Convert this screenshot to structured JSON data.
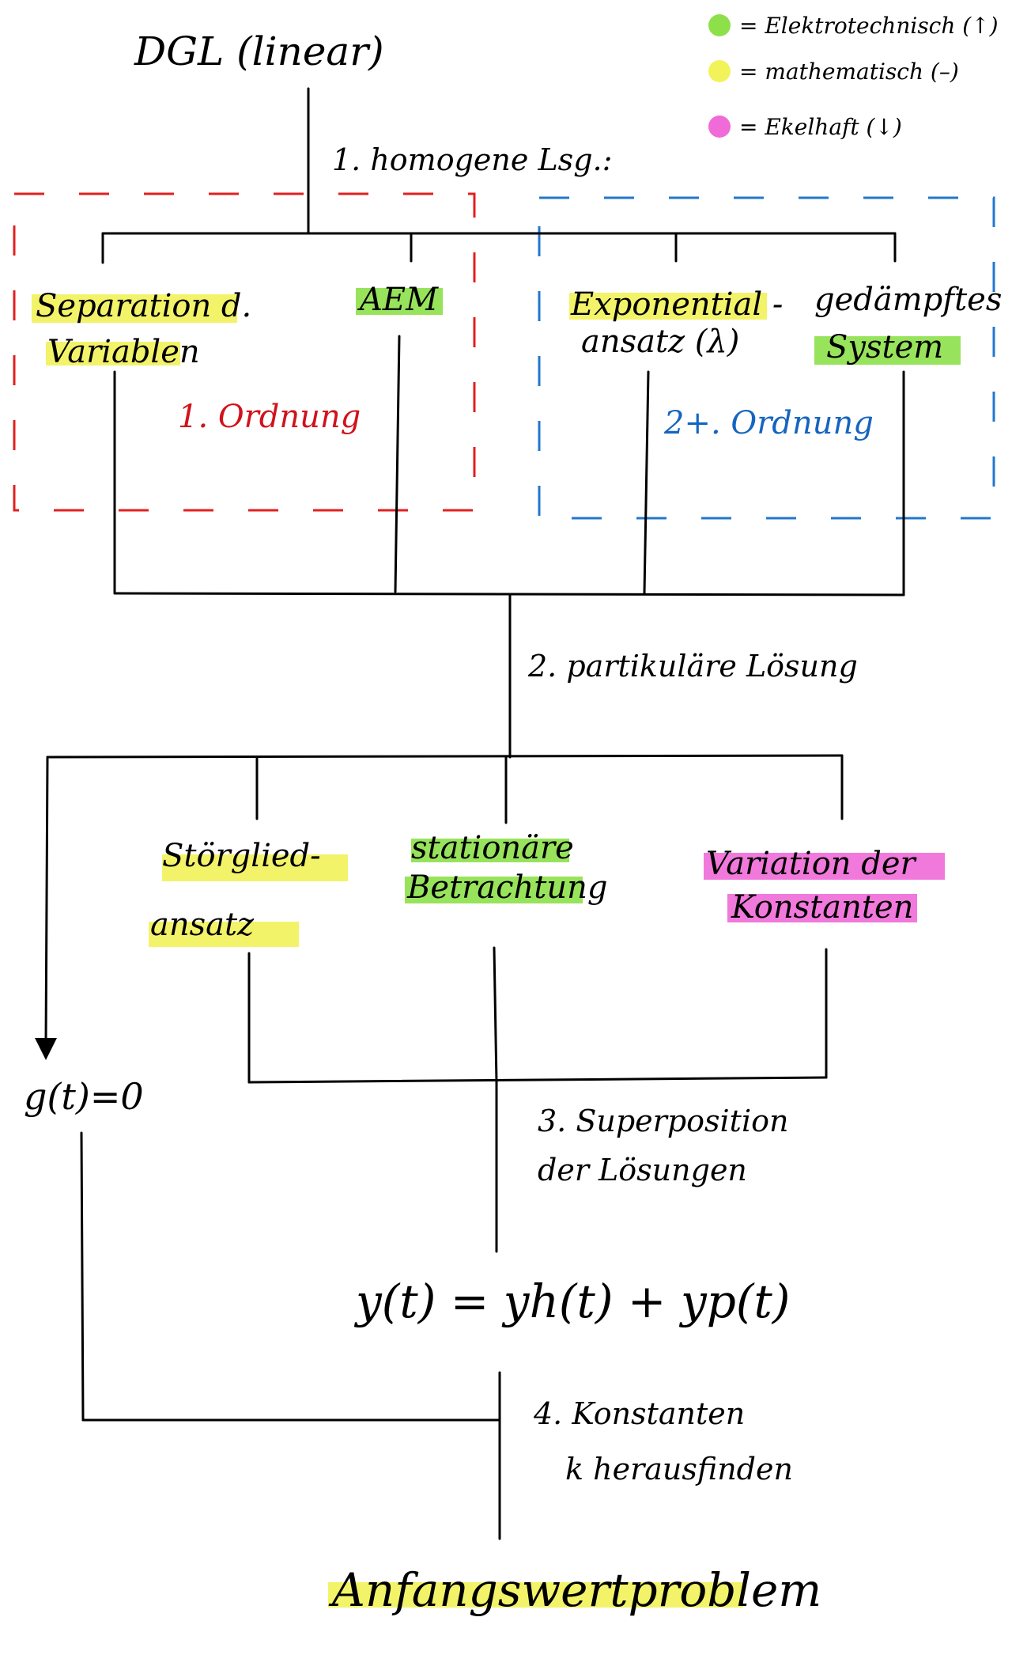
{
  "colors": {
    "green": "#8de04a",
    "yellow": "#f2f25a",
    "pink": "#f06ad8",
    "red": "#d1121b",
    "blue": "#1565c0"
  },
  "legend": [
    {
      "color": "green",
      "text": "= Elektrotechnisch (↑)"
    },
    {
      "color": "yellow",
      "text": "= mathematisch (–)"
    },
    {
      "color": "pink",
      "text": "= Ekelhaft (↓)"
    }
  ],
  "root": "DGL (linear)",
  "steps": {
    "s1": "1. homogene Lsg.:",
    "s2": "2. partikuläre Lösung",
    "s3a": "3. Superposition",
    "s3b": "der Lösungen",
    "s4a": "4. Konstanten",
    "s4b": "k herausfinden"
  },
  "homogeneous": {
    "first_order_label": "1. Ordnung",
    "second_order_label": "2+. Ordnung",
    "methods": [
      {
        "lines": [
          "Separation d.",
          "Variablen"
        ],
        "highlight": "yellow"
      },
      {
        "lines": [
          "AEM"
        ],
        "highlight": "green"
      },
      {
        "lines": [
          "Exponential -",
          "ansatz (λ)"
        ],
        "highlight": "yellow"
      },
      {
        "lines": [
          "gedämpftes",
          "System"
        ],
        "highlight": "green"
      }
    ]
  },
  "particular": {
    "methods": [
      {
        "lines": [
          "Störglied-",
          "ansatz"
        ],
        "highlight": "yellow"
      },
      {
        "lines": [
          "stationäre",
          "Betrachtung"
        ],
        "highlight": "green"
      },
      {
        "lines": [
          "Variation der",
          "Konstanten"
        ],
        "highlight": "pink"
      }
    ],
    "zero_case": "g(t)=0"
  },
  "solution": "y(t) = yh(t) + yp(t)",
  "result": "Anfangswertproblem"
}
